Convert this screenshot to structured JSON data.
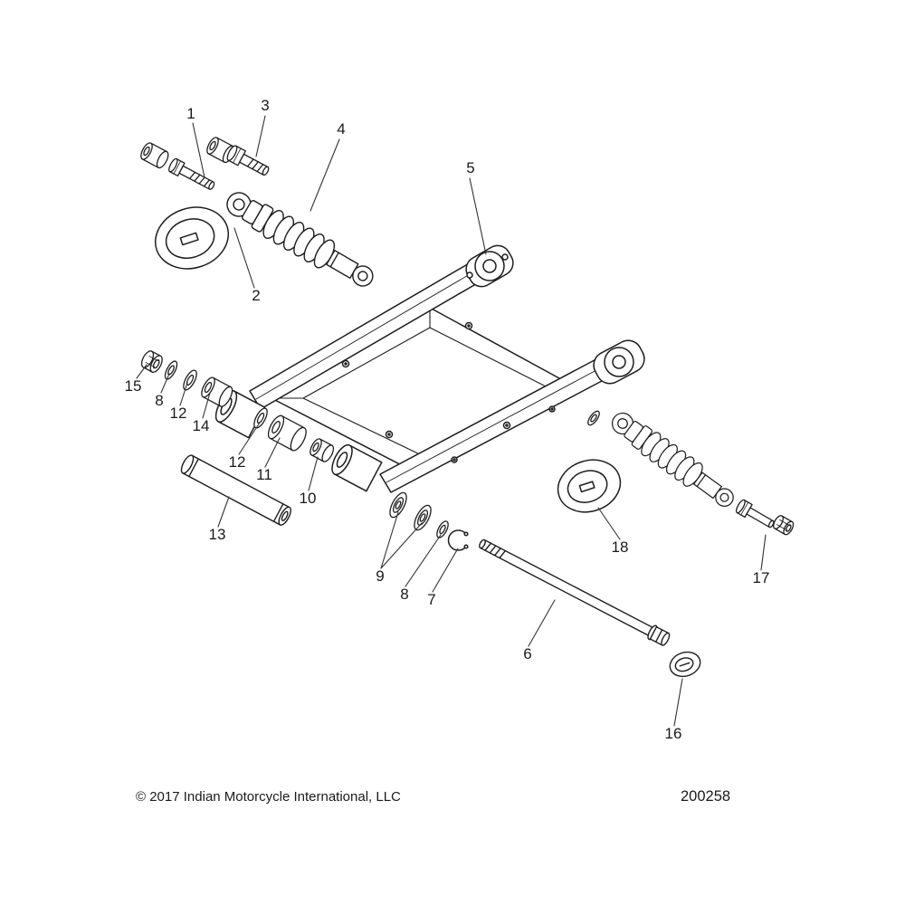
{
  "diagram": {
    "copyright": "© 2017 Indian Motorcycle International, LLC",
    "part_number": "200258",
    "colors": {
      "ink": "#1a1a1a",
      "background": "#ffffff"
    },
    "callouts": [
      {
        "label": "1"
      },
      {
        "label": "3"
      },
      {
        "label": "4"
      },
      {
        "label": "5"
      },
      {
        "label": "2"
      },
      {
        "label": "15"
      },
      {
        "label": "8"
      },
      {
        "label": "12"
      },
      {
        "label": "14"
      },
      {
        "label": "12"
      },
      {
        "label": "11"
      },
      {
        "label": "10"
      },
      {
        "label": "13"
      },
      {
        "label": "9"
      },
      {
        "label": "8"
      },
      {
        "label": "7"
      },
      {
        "label": "6"
      },
      {
        "label": "18"
      },
      {
        "label": "17"
      },
      {
        "label": "16"
      }
    ]
  }
}
